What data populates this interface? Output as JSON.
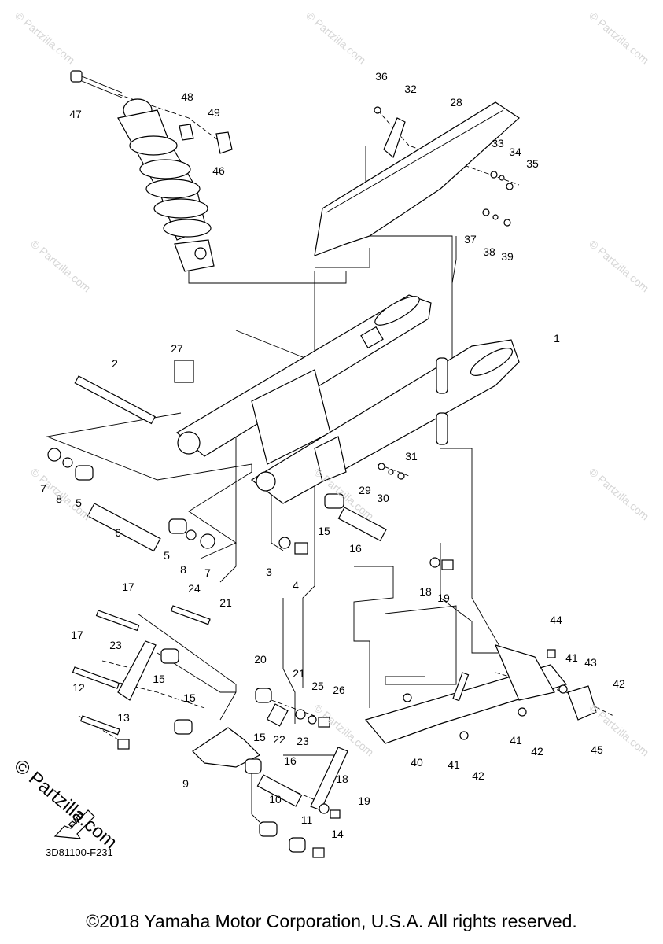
{
  "watermark": {
    "text": "© Partzilla.com"
  },
  "brand": {
    "text": "© Partzilla.com"
  },
  "diagram_code": "3D81100-F231",
  "fwd_label": "FWD",
  "copyright": "©2018 Yamaha Motor Corporation, U.S.A. All rights reserved.",
  "callouts": [
    "1",
    "2",
    "3",
    "4",
    "5",
    "5",
    "6",
    "7",
    "7",
    "8",
    "8",
    "9",
    "10",
    "11",
    "12",
    "13",
    "14",
    "15",
    "15",
    "15",
    "15",
    "16",
    "16",
    "17",
    "17",
    "18",
    "18",
    "19",
    "19",
    "20",
    "21",
    "21",
    "22",
    "23",
    "23",
    "24",
    "25",
    "26",
    "27",
    "28",
    "29",
    "30",
    "31",
    "32",
    "33",
    "34",
    "35",
    "36",
    "37",
    "38",
    "39",
    "40",
    "41",
    "41",
    "41",
    "42",
    "42",
    "42",
    "43",
    "44",
    "45",
    "46",
    "47",
    "48",
    "49"
  ]
}
